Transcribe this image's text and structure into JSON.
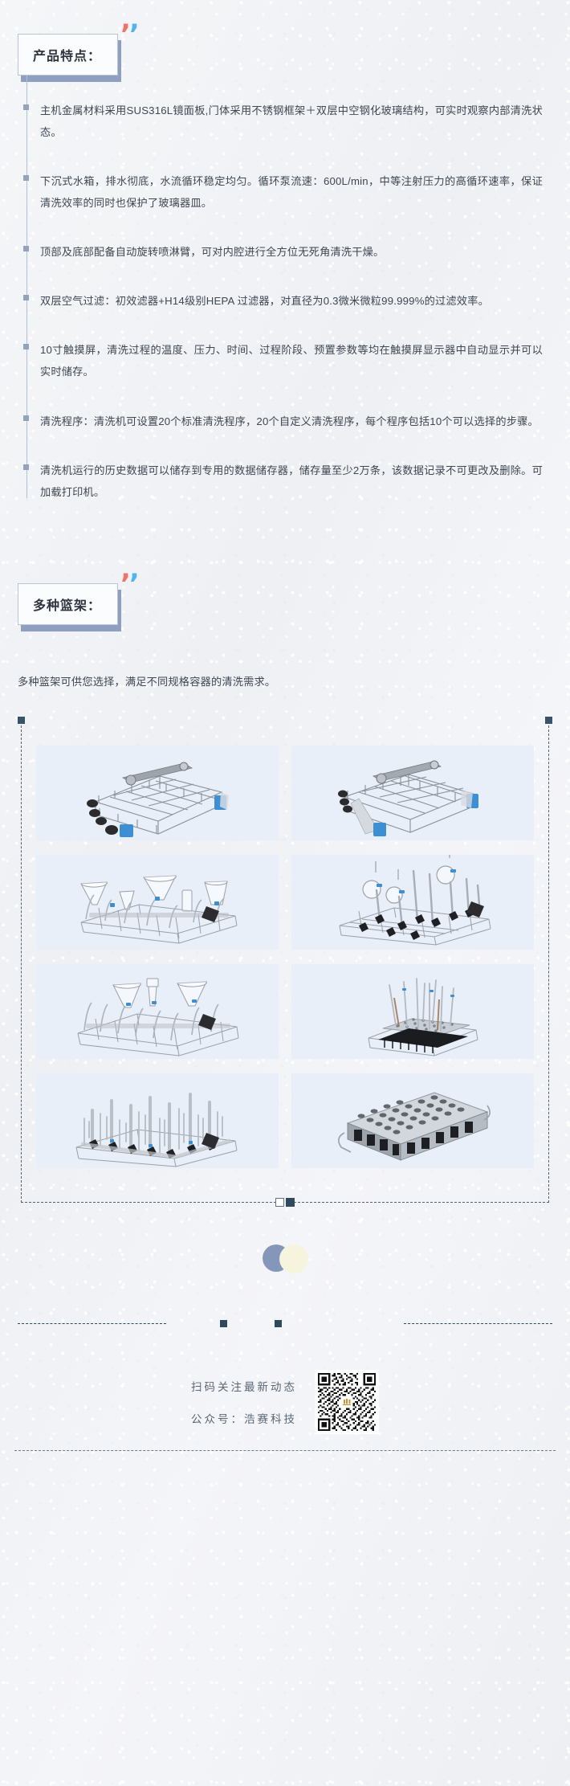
{
  "sections": {
    "features": {
      "heading": "产品特点：",
      "quote_icon": "double-quote-icon",
      "items": [
        "主机金属材料采用SUS316L镜面板,门体采用不锈钢框架＋双层中空钢化玻璃结构，可实时观察内部清洗状态。",
        "下沉式水箱，排水彻底，水流循环稳定均匀。循环泵流速：600L/min，中等注射压力的高循环速率，保证清洗效率的同时也保护了玻璃器皿。",
        "顶部及底部配备自动旋转喷淋臂，可对内腔进行全方位无死角清洗干燥。",
        "双层空气过滤：初效滤器+H14级别HEPA 过滤器，对直径为0.3微米微粒99.999%的过滤效率。",
        "10寸触摸屏，清洗过程的温度、压力、时间、过程阶段、预置参数等均在触摸屏显示器中自动显示并可以实时储存。",
        "清洗程序：清洗机可设置20个标准清洗程序，20个自定义清洗程序，每个程序包括10个可以选择的步骤。",
        "清洗机运行的历史数据可以储存到专用的数据储存器，储存量至少2万条，该数据记录不可更改及删除。可加载打印机。"
      ]
    },
    "baskets": {
      "heading": "多种篮架：",
      "quote_icon": "double-quote-icon",
      "intro": "多种篮架可供您选择，满足不同规格容器的清洗需求。",
      "gallery": {
        "corner_marker_icon": "corner-square-marker",
        "page_indicator": [
          "open-square",
          "filled-square"
        ],
        "images": [
          {
            "name": "wire-mesh-basket-wheeled-left",
            "alt": "带滚轮的不锈钢网格底篮架（左视角）"
          },
          {
            "name": "wire-mesh-basket-wheeled-right",
            "alt": "带滚轮的不锈钢网格底篮架（右视角）"
          },
          {
            "name": "glassware-injection-rack-funnels",
            "alt": "漏斗与广口瓶注射喷淋架"
          },
          {
            "name": "pipette-injection-rack",
            "alt": "移液管/容量瓶注射喷淋架"
          },
          {
            "name": "narrow-neck-flask-rack",
            "alt": "窄口容量瓶注射喷淋架"
          },
          {
            "name": "pipette-holder-rack-black",
            "alt": "移液管插孔篮架（黑色插座）"
          },
          {
            "name": "test-tube-injection-rack",
            "alt": "试管注射喷淋篮架"
          },
          {
            "name": "multi-well-tube-tray",
            "alt": "多孔试管托盘篮架"
          }
        ]
      }
    },
    "decor": {
      "circle_blue": "#8497bb",
      "circle_cream": "#f7f4dd",
      "separator_square_color": "#2f4a5e"
    }
  },
  "footer": {
    "line1": "扫码关注最新动态",
    "line2": "公众号：浩赛科技",
    "qr_icon": "qr-code-icon"
  },
  "colors": {
    "accent_blue": "#51b4ee",
    "accent_red": "#f0736b",
    "bullet": "#93a2bd",
    "rail": "#b3bfd4",
    "heading_shadow": "#8f9fc0",
    "dashed_border": "#4c6275",
    "cell_bg": "#e9eff9"
  }
}
